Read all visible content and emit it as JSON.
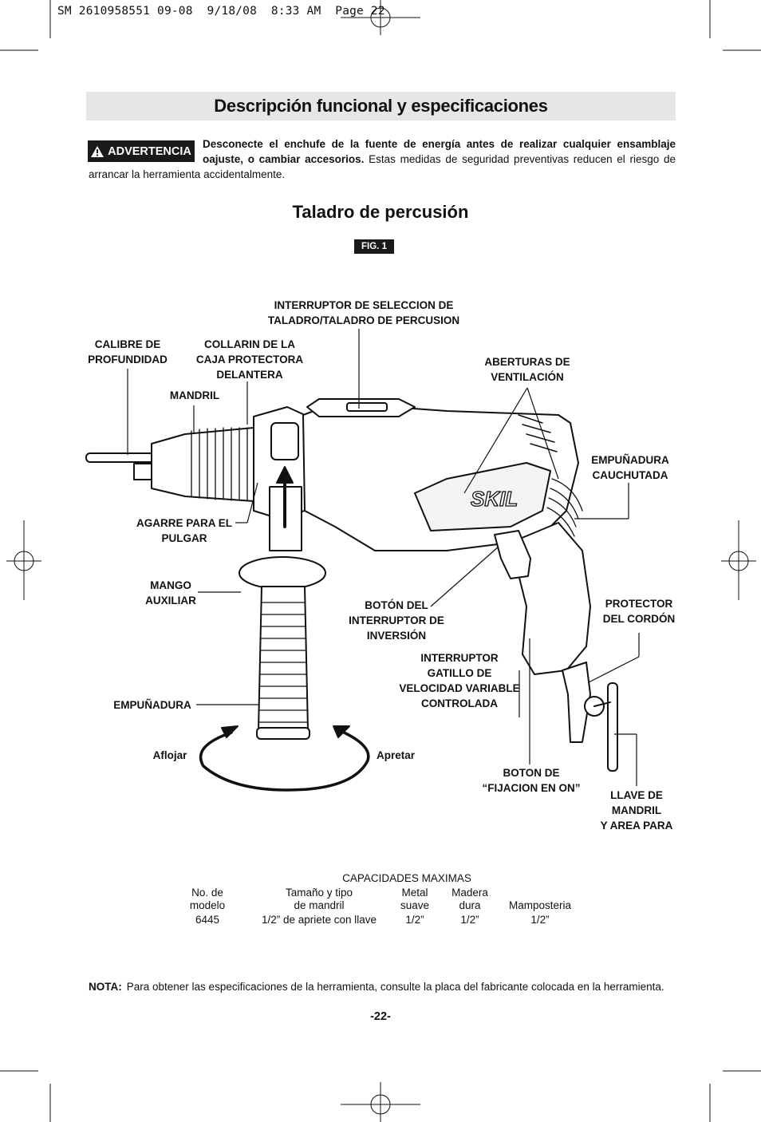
{
  "slug": "SM 2610958551 09-08  9/18/08  8:33 AM  Page 22",
  "section_title": "Descripción funcional y especificaciones",
  "warning": {
    "badge": "ADVERTENCIA",
    "bold_text": "Desconecte el enchufe de la fuente de energía antes de realizar cualquier ensamblaje oajuste, o cambiar accesorios.",
    "text": "Estas medidas de seguridad preventivas reducen el riesgo de arrancar la herramienta accidentalmente."
  },
  "tool_title": "Taladro de percusión",
  "figure_label": "FIG. 1",
  "labels": {
    "selector": [
      "INTERRUPTOR DE SELECCION DE",
      "TALADRO/TALADRO DE PERCUSION"
    ],
    "depth_gauge": [
      "CALIBRE DE",
      "PROFUNDIDAD"
    ],
    "collar": [
      "COLLARIN DE LA",
      "CAJA PROTECTORA",
      "DELANTERA"
    ],
    "vents": [
      "ABERTURAS DE",
      "VENTILACIÓN"
    ],
    "chuck": [
      "MANDRIL"
    ],
    "rubber_grip": [
      "EMPUÑADURA",
      "CAUCHUTADA"
    ],
    "thumb_grip": [
      "AGARRE PARA EL",
      "PULGAR"
    ],
    "aux_handle": [
      "MANGO",
      "AUXILIAR"
    ],
    "reverse_button": [
      "BOTÓN DEL",
      "INTERRUPTOR DE",
      "INVERSIÓN"
    ],
    "cord_protector": [
      "PROTECTOR",
      "DEL CORDÓN"
    ],
    "trigger": [
      "INTERRUPTOR",
      "GATILLO DE",
      "VELOCIDAD  VARIABLE",
      "CONTROLADA"
    ],
    "handle_grip": [
      "EMPUÑADURA"
    ],
    "loosen": [
      "Aflojar"
    ],
    "tighten": [
      "Apretar"
    ],
    "lock_button": [
      "BOTON DE",
      "“FIJACION EN ON”"
    ],
    "chuck_key": [
      "LLAVE DE",
      "MANDRIL",
      "Y AREA PARA"
    ],
    "brand": "SKIL"
  },
  "capacities": {
    "title": "CAPACIDADES MAXIMAS",
    "headers": [
      [
        "No. de",
        "modelo"
      ],
      [
        "Tamaño y tipo",
        "de mandril"
      ],
      [
        "Metal",
        "suave"
      ],
      [
        "Madera",
        "dura"
      ],
      [
        "",
        "Mamposteria"
      ]
    ],
    "row": [
      "6445",
      "1/2” de apriete con llave",
      "1/2”",
      "1/2”",
      "1/2”"
    ]
  },
  "note": {
    "label": "NOTA:",
    "text": "Para obtener las especificaciones de la herramienta, consulte la placa del fabricante colocada en la herramienta."
  },
  "page_number": "-22-"
}
